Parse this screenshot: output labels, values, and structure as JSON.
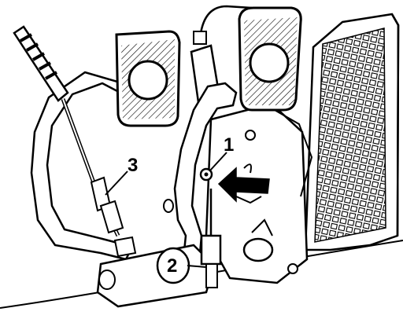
{
  "diagram": {
    "callouts": [
      {
        "id": "callout-1",
        "text": "1"
      },
      {
        "id": "callout-2",
        "text": "2"
      },
      {
        "id": "callout-3",
        "text": "3"
      }
    ],
    "parts": {
      "pedal_pads": [
        "clutch-pedal-pad",
        "brake-pedal-pad"
      ],
      "accelerator": "accelerator-pedal",
      "indicator": "arrow-indicator"
    }
  }
}
